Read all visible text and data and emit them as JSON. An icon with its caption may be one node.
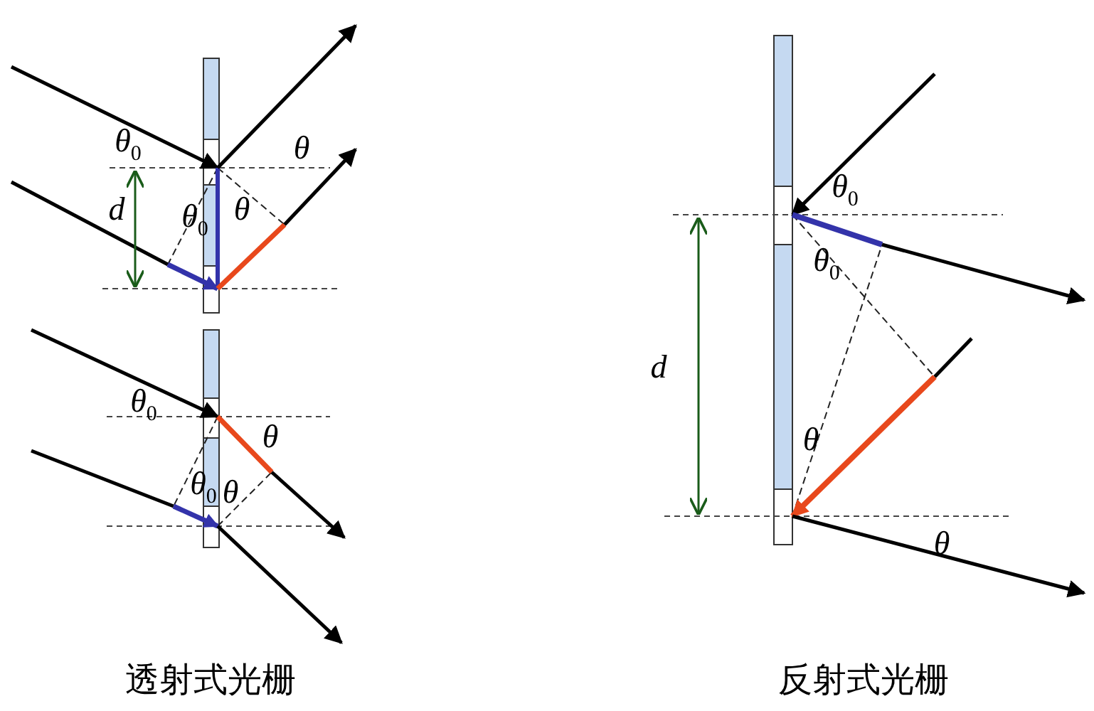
{
  "diagram": {
    "labels": [
      "θ$_{0}$",
      "θ",
      "d",
      "θ$_{0}$",
      "θ",
      "θ$_{0}$",
      "θ",
      "θ$_{0}$",
      "θ",
      "θ$_{0}$",
      "θ$_{0}$",
      "d",
      "θ",
      "θ",
      "透射式光栅",
      "反射式光栅"
    ]
  }
}
